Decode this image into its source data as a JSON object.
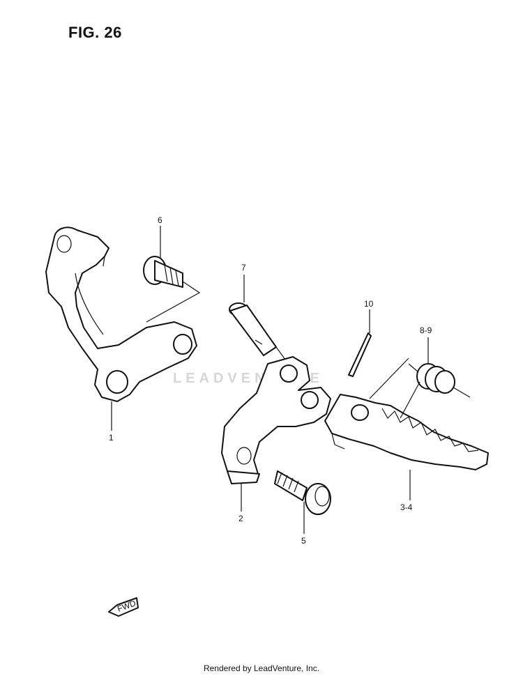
{
  "figure": {
    "title": "FIG. 26"
  },
  "watermark": "LEADVENTURE",
  "footer": "Rendered by LeadVenture, Inc.",
  "fwd_label": "FWD",
  "callouts": [
    "1",
    "2",
    "3-4",
    "5",
    "6",
    "7",
    "8-9",
    "10"
  ]
}
